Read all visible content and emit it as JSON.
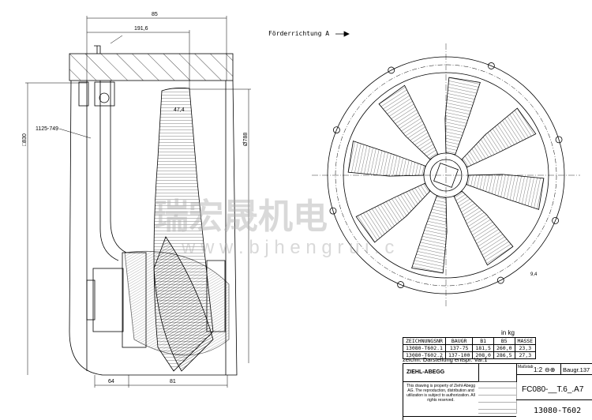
{
  "header": {
    "direction_label": "Förderrichtung A"
  },
  "side_view": {
    "dimensions": {
      "overall_width": "85",
      "blade_offset": "191,6",
      "square_size": "□830",
      "diameter": "Ø788",
      "cable_label": "1125-749",
      "blade_width": "47,4",
      "bottom_left": "64",
      "bottom_right": "81"
    }
  },
  "front_view": {
    "blade_count": 8,
    "detail_label": "9,4"
  },
  "weights_table": {
    "unit": "in kg",
    "columns": [
      "ZEICHNUNGSNR",
      "BAUGR",
      "B1",
      "B5",
      "MASSE"
    ],
    "rows": [
      [
        "13080-T602.1",
        "137-75",
        "181,5",
        "260,0",
        "23,3"
      ],
      [
        "13080-T602.2",
        "137-100",
        "208,0",
        "286,5",
        "27,3"
      ]
    ],
    "note": "zeichn. Darstellung entspr. Var.1"
  },
  "title_block": {
    "company_logo": "ZIEHL-ABEGG",
    "copyright": "This drawing is property of Ziehl-Abegg AG. The reproduction, distribution and utilization is subject to authorization. All rights reserved.",
    "scale_label": "Maßstab",
    "scale": "1:2",
    "size": "Baugr.137",
    "designation": "FC080-__T.6_.A7",
    "drawing_number": "13080-T602"
  },
  "watermark": {
    "cn": "瑞宏晟机电",
    "url": "w w w . b j h e n g r u i . c"
  },
  "colors": {
    "line": "#000000",
    "watermark": "#aaaaaa"
  }
}
